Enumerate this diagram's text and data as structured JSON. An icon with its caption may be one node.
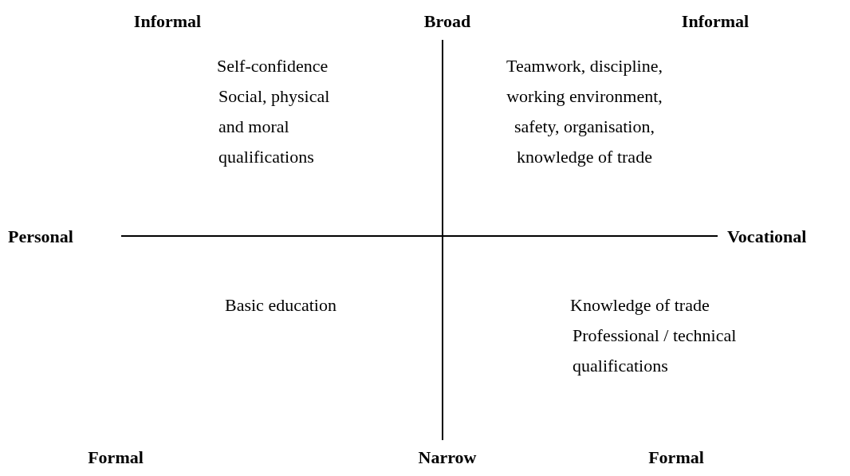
{
  "diagram": {
    "labels": [
      "Informal",
      "Broad",
      "Informal",
      "Self-confidence",
      "Social, physical and moral qualifications",
      "Teamwork, discipline, working environment, safety, organisation, knowledge of trade",
      "Personal",
      "Vocational",
      "Basic education",
      "Knowledge of trade",
      "Professional / technical qualifications",
      "Formal",
      "Narrow",
      "Formal"
    ]
  }
}
